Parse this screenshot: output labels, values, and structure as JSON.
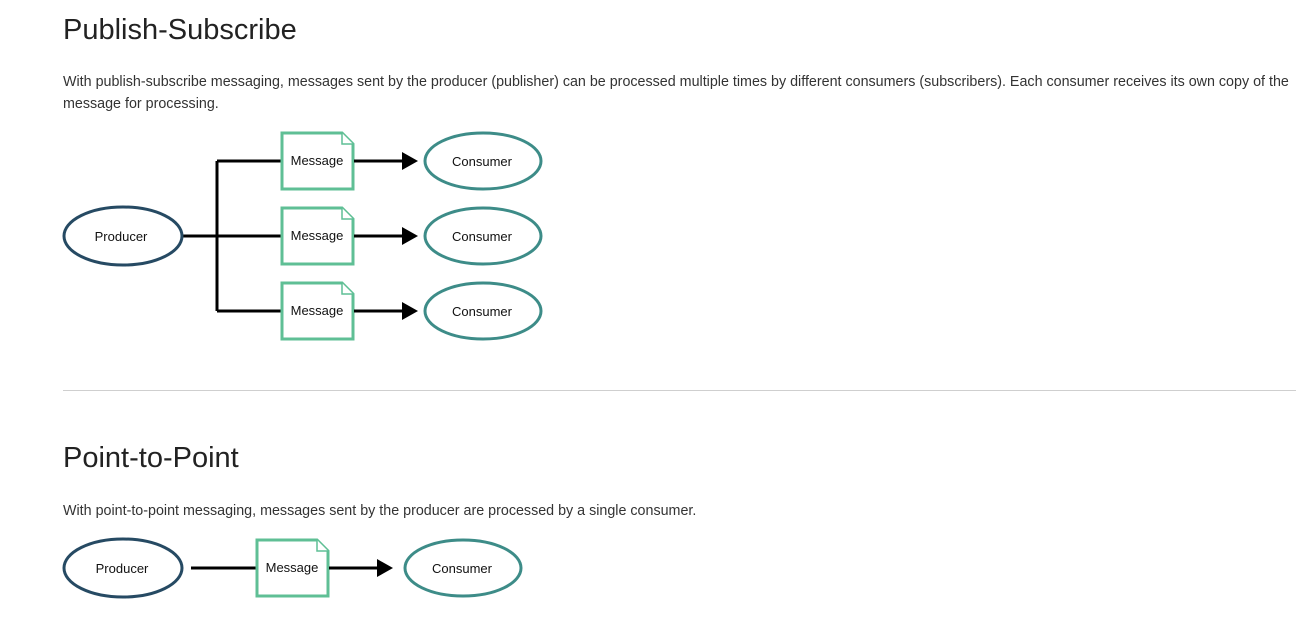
{
  "publish_subscribe": {
    "title": "Publish-Subscribe",
    "description": "With publish-subscribe messaging, messages sent by the producer (publisher) can be processed multiple times by different consumers (subscribers). Each consumer receives its own copy of the message for processing.",
    "diagram": {
      "producer_label": "Producer",
      "message_labels": [
        "Message",
        "Message",
        "Message"
      ],
      "consumer_labels": [
        "Consumer",
        "Consumer",
        "Consumer"
      ]
    }
  },
  "point_to_point": {
    "title": "Point-to-Point",
    "description": "With point-to-point messaging, messages sent by the producer are processed by a single consumer.",
    "diagram": {
      "producer_label": "Producer",
      "message_label": "Message",
      "consumer_label": "Consumer"
    }
  },
  "colors": {
    "producer_stroke": "#264a63",
    "consumer_stroke": "#3d8c88",
    "message_stroke": "#5fbf95",
    "connector": "#000000"
  }
}
